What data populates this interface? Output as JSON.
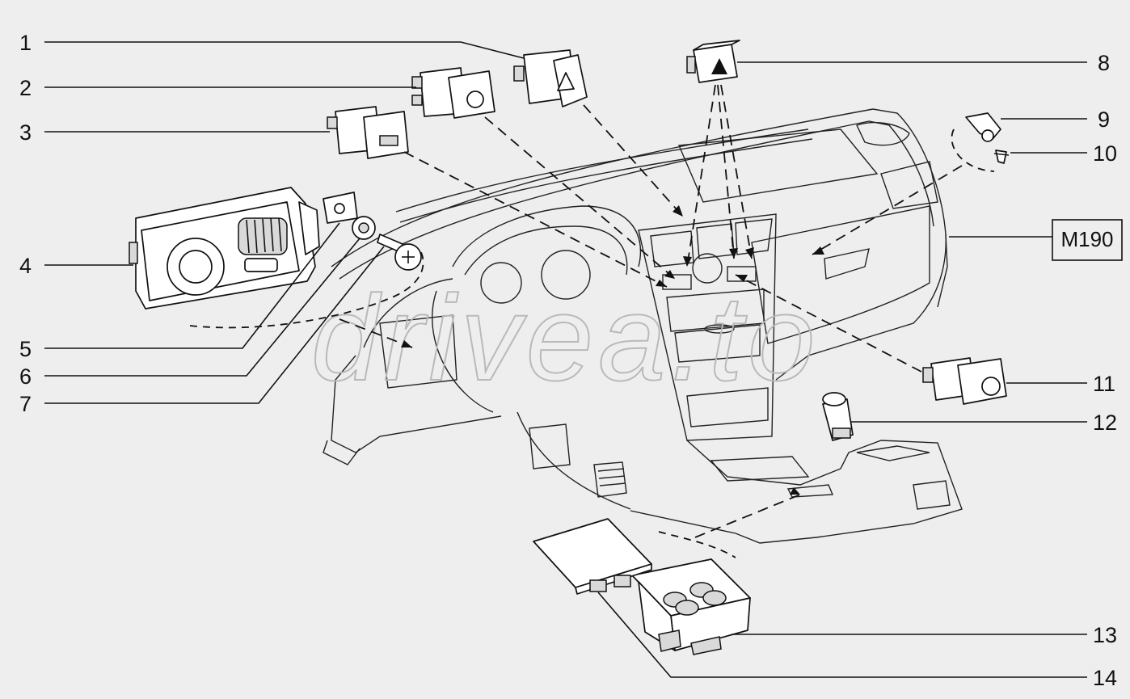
{
  "diagram": {
    "code": "M190",
    "watermark": "drivea.to",
    "callouts": [
      {
        "number": "1",
        "side": "left"
      },
      {
        "number": "2",
        "side": "left"
      },
      {
        "number": "3",
        "side": "left"
      },
      {
        "number": "4",
        "side": "left"
      },
      {
        "number": "5",
        "side": "left"
      },
      {
        "number": "6",
        "side": "left"
      },
      {
        "number": "7",
        "side": "left"
      },
      {
        "number": "8",
        "side": "right"
      },
      {
        "number": "9",
        "side": "right"
      },
      {
        "number": "10",
        "side": "right"
      },
      {
        "number": "11",
        "side": "right"
      },
      {
        "number": "12",
        "side": "right"
      },
      {
        "number": "13",
        "side": "right"
      },
      {
        "number": "14",
        "side": "right"
      }
    ]
  }
}
